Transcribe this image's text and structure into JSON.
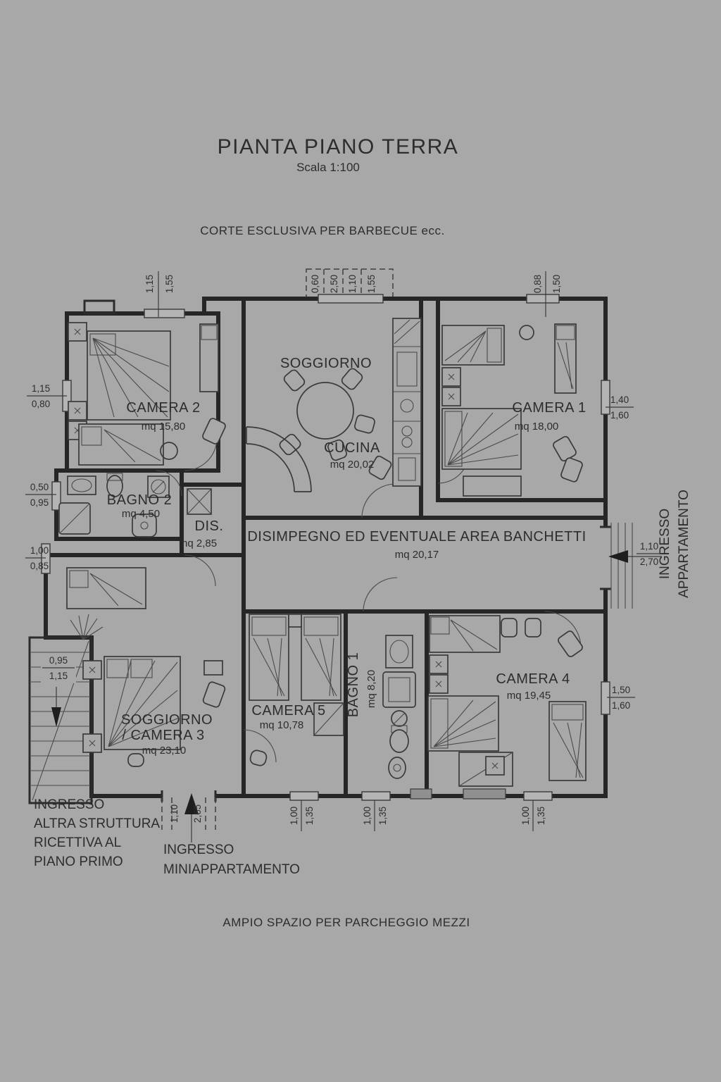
{
  "title": {
    "main": "PIANTA PIANO TERRA",
    "scale": "Scala 1:100"
  },
  "notes": {
    "top": "CORTE ESCLUSIVA PER BARBECUE ecc.",
    "bottom": "AMPIO SPAZIO PER PARCHEGGIO MEZZI"
  },
  "rooms": {
    "camera2": {
      "name": "CAMERA 2",
      "area": "mq 15,80"
    },
    "soggiorno": {
      "name": "SOGGIORNO"
    },
    "cucina": {
      "name": "CUCINA",
      "area": "mq 20,02"
    },
    "camera1": {
      "name": "CAMERA 1",
      "area": "mq 18,00"
    },
    "bagno2": {
      "name": "BAGNO 2",
      "area": "mq 4,50"
    },
    "dis": {
      "name": "DIS.",
      "area": "mq 2,85"
    },
    "disimpegno": {
      "name": "DISIMPEGNO ED EVENTUALE AREA BANCHETTI",
      "area": "mq 20,17"
    },
    "soggiorno_camera3": {
      "name_line1": "SOGGIORNO",
      "name_line2": "/ CAMERA 3",
      "area": "mq 23,10"
    },
    "camera5": {
      "name": "CAMERA 5",
      "area": "mq 10,78"
    },
    "bagno1": {
      "name": "BAGNO 1",
      "area": "mq 8,20"
    },
    "camera4": {
      "name": "CAMERA 4",
      "area": "mq 19,45"
    }
  },
  "entrances": {
    "apartment_line1": "INGRESSO",
    "apartment_line2": "APPARTAMENTO",
    "other_line1": "INGRESSO",
    "other_line2": "ALTRA STRUTTURA",
    "other_line3": "RICETTIVA AL",
    "other_line4": "PIANO PRIMO",
    "mini_line1": "INGRESSO",
    "mini_line2": "MINIAPPARTAMENTO"
  },
  "dimensions": {
    "top_left_a": "1,15",
    "top_left_b": "1,55",
    "top_mid_a": "0,60",
    "top_mid_b": "2,50",
    "top_mid_c": "1,10",
    "top_mid_d": "1,55",
    "top_right_a": "0,88",
    "top_right_b": "1,50",
    "left_upper_a": "1,15",
    "left_upper_b": "0,80",
    "left_mid_a": "0,50",
    "left_mid_b": "0,95",
    "left_lower_a": "1,00",
    "left_lower_b": "0,85",
    "right_camera1_a": "1,40",
    "right_camera1_b": "1,60",
    "entry_a": "1,10",
    "entry_b": "2,70",
    "right_camera4_a": "1,50",
    "right_camera4_b": "1,60",
    "stairs_a": "0,95",
    "stairs_b": "1,15",
    "mini_a": "1,10",
    "mini_b": "2,65",
    "bottom1_a": "1,00",
    "bottom1_b": "1,35",
    "bottom2_a": "1,00",
    "bottom2_b": "1,35",
    "bottom3_a": "1,00",
    "bottom3_b": "1,35"
  },
  "colors": {
    "background": "#a8a8a8",
    "ink": "#2d2d2d"
  }
}
